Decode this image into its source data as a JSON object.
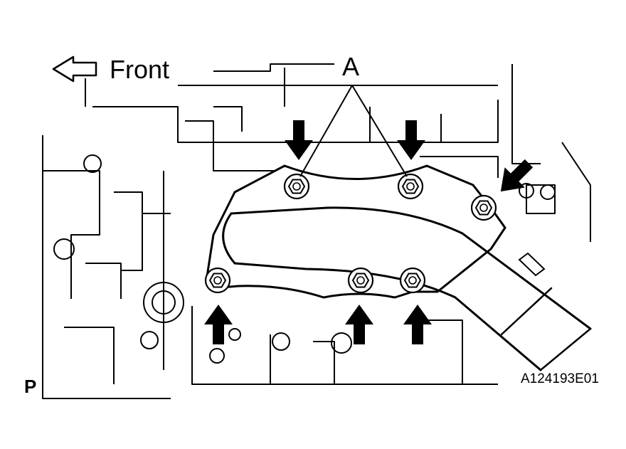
{
  "diagram": {
    "direction_label": "Front",
    "callout_label": "A",
    "figure_id": "A124193E01",
    "corner_mark": "P",
    "colors": {
      "line": "#000000",
      "background": "#ffffff",
      "arrow_fill": "#000000"
    },
    "icons": [
      "front-direction-arrow-icon",
      "bolt-icon",
      "pointer-arrow-icon"
    ]
  }
}
